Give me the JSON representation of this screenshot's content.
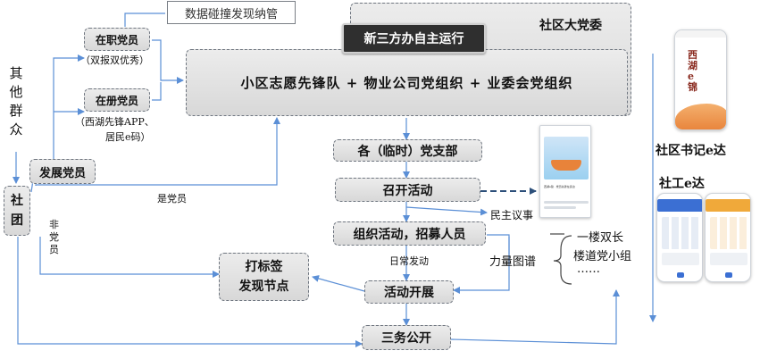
{
  "nodes": {
    "data_note": "数据碰撞发现纳管",
    "community_committee": "社区大党委",
    "new_third_party": "新三方办自主运行",
    "alliance": "小区志愿先锋队 + 物业公司党组织 + 业委会党组织",
    "incumbent_member": "在职党员",
    "incumbent_member_note": "（双报双优秀）",
    "registered_member": "在册党员",
    "registered_member_note_1": "（西湖先锋APP、",
    "registered_member_note_2": "居民e码）",
    "other_masses": "其他群众",
    "develop_member": "发展党员",
    "club": "社团",
    "branch": "各（临时）党支部",
    "hold_activity": "召开活动",
    "democratic_council": "民主议事",
    "organize_activity": "组织活动，招募人员",
    "power_map": "力量图谱",
    "daily": "日常发动",
    "tag": "打标签",
    "discover_node": "发现节点",
    "activity_run": "活动开展",
    "three_open": "三务公开",
    "is_member": "是党员",
    "non_member": "非党员",
    "map_item_1": "一楼双长",
    "map_item_2": "楼道党小组",
    "map_item_3": "……",
    "community_secretary": "社区书记e达",
    "social_worker": "社工e达"
  },
  "app": {
    "phone_title": "西湖e锦",
    "article_title": "西湖e锦 · 党员先锋在身边"
  },
  "colors": {
    "arrow": "#5b8fd6",
    "box_border": "#6f7680",
    "box_fill": "#e2e2e2",
    "dark_box": "#2f2f2f",
    "phone_orange": "#e8833a"
  }
}
